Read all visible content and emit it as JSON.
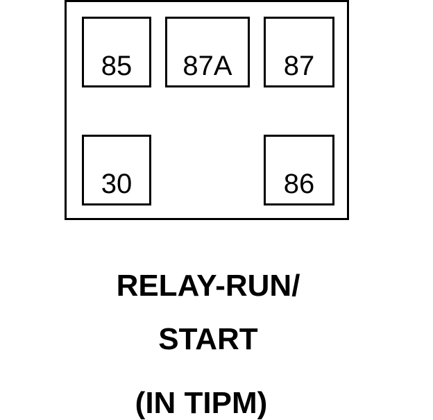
{
  "terminals": {
    "t85": "85",
    "t87a": "87A",
    "t87": "87",
    "t30": "30",
    "t86": "86"
  },
  "caption": {
    "line1": "RELAY-RUN/",
    "line2": "START",
    "line3": "(IN TIPM)"
  }
}
